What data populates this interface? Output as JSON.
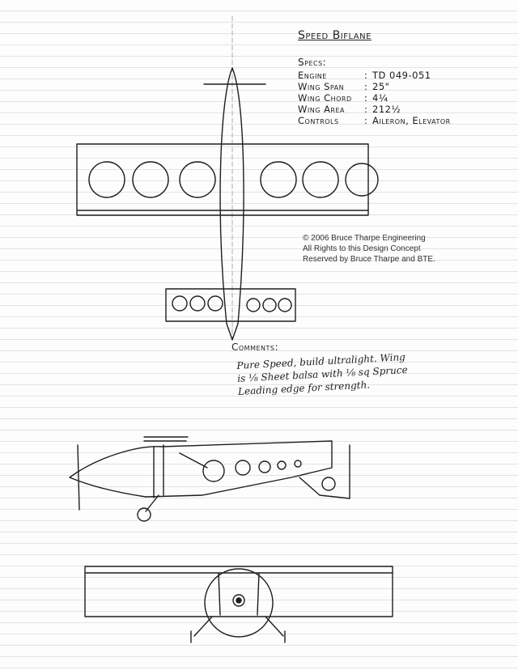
{
  "title": "Speed Biflane",
  "specs_heading": "Specs:",
  "specs": [
    {
      "label": "Engine",
      "value": "TD 049-051"
    },
    {
      "label": "Wing Span",
      "value": "25\""
    },
    {
      "label": "Wing Chord",
      "value": "4¼"
    },
    {
      "label": "Wing Area",
      "value": "212½"
    },
    {
      "label": "Controls",
      "value": "Aileron, Elevator"
    }
  ],
  "copyright": [
    "© 2006 Bruce Tharpe Engineering",
    "All Rights to this Design Concept",
    "Reserved by Bruce Tharpe and BTE."
  ],
  "comments_heading": "Comments:",
  "comments": [
    "Pure Speed, build ultralight. Wing",
    "is ⅛ Sheet balsa with ⅛ sq Spruce",
    "Leading edge for strength."
  ]
}
